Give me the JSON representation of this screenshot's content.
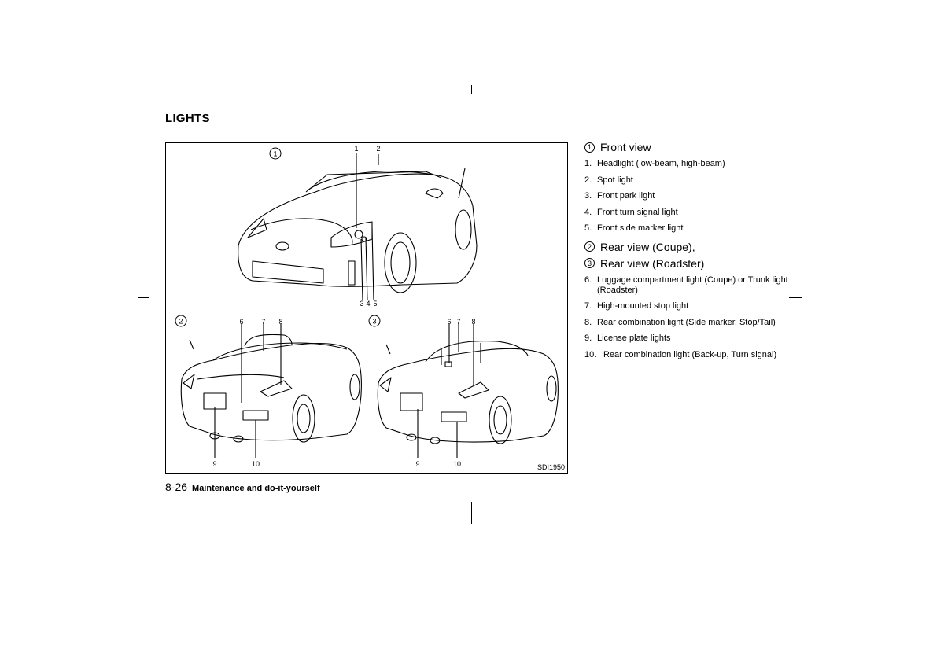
{
  "page": {
    "section_title": "LIGHTS",
    "page_number": "8-26",
    "chapter_title": "Maintenance and do-it-yourself"
  },
  "figure": {
    "code": "SDI1950",
    "panels": [
      {
        "marker": "1",
        "callouts": [
          "1",
          "2",
          "3",
          "4",
          "5"
        ]
      },
      {
        "marker": "2",
        "callouts": [
          "6",
          "7",
          "8",
          "9",
          "10"
        ]
      },
      {
        "marker": "3",
        "callouts": [
          "6",
          "7",
          "8",
          "9",
          "10"
        ]
      }
    ]
  },
  "legend": {
    "front": {
      "marker": "1",
      "title": "Front view"
    },
    "front_items": [
      {
        "num": "1.",
        "text": "Headlight (low-beam, high-beam)"
      },
      {
        "num": "2.",
        "text": "Spot light"
      },
      {
        "num": "3.",
        "text": "Front park light"
      },
      {
        "num": "4.",
        "text": "Front turn signal light"
      },
      {
        "num": "5.",
        "text": "Front side marker light"
      }
    ],
    "rear_coupe": {
      "marker": "2",
      "title": "Rear view (Coupe),"
    },
    "rear_roadster": {
      "marker": "3",
      "title": "Rear view (Roadster)"
    },
    "rear_items": [
      {
        "num": "6.",
        "text": "Luggage compartment light (Coupe) or Trunk light (Roadster)"
      },
      {
        "num": "7.",
        "text": "High-mounted stop light"
      },
      {
        "num": "8.",
        "text": "Rear combination light (Side marker, Stop/Tail)"
      },
      {
        "num": "9.",
        "text": "License plate lights"
      },
      {
        "num": "10.",
        "text": "Rear combination light (Back-up, Turn signal)"
      }
    ]
  }
}
